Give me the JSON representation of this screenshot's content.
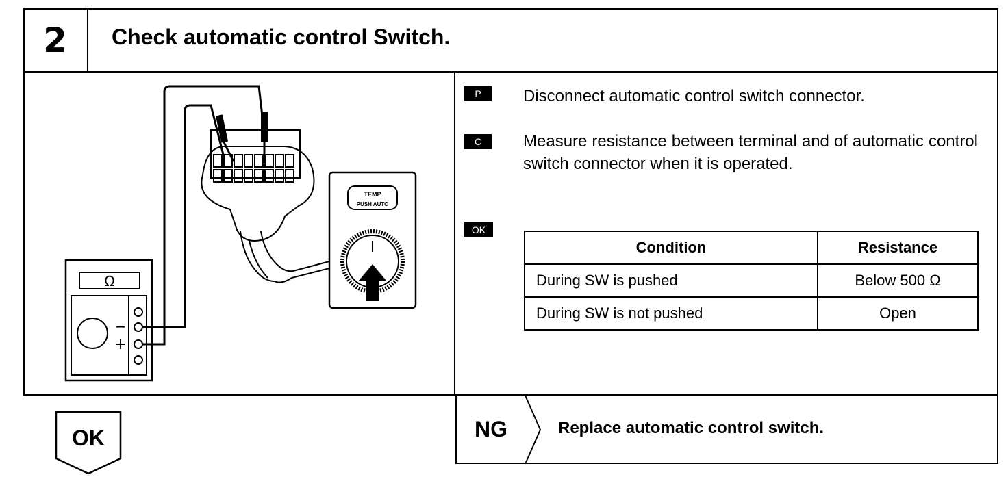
{
  "header": {
    "step_number": "2",
    "title": "Check automatic control Switch."
  },
  "diagram": {
    "meter_symbol": "Ω",
    "minus_sign": "−",
    "plus_sign": "+",
    "knob_label_top": "TEMP",
    "knob_label_bottom": "PUSH AUTO"
  },
  "instructions": {
    "p_badge": "P",
    "p_text": "Disconnect automatic control switch connector.",
    "c_badge": "C",
    "c_text": "Measure resistance between terminal and of automatic control switch connector when it is operated.",
    "ok_badge": "OK"
  },
  "table": {
    "headers": [
      "Condition",
      "Resistance"
    ],
    "rows": [
      [
        "During SW is pushed",
        "Below 500 Ω"
      ],
      [
        "During SW is not pushed",
        "Open"
      ]
    ]
  },
  "ng": {
    "label": "NG",
    "text": "Replace automatic control switch."
  },
  "ok": {
    "label": "OK"
  }
}
